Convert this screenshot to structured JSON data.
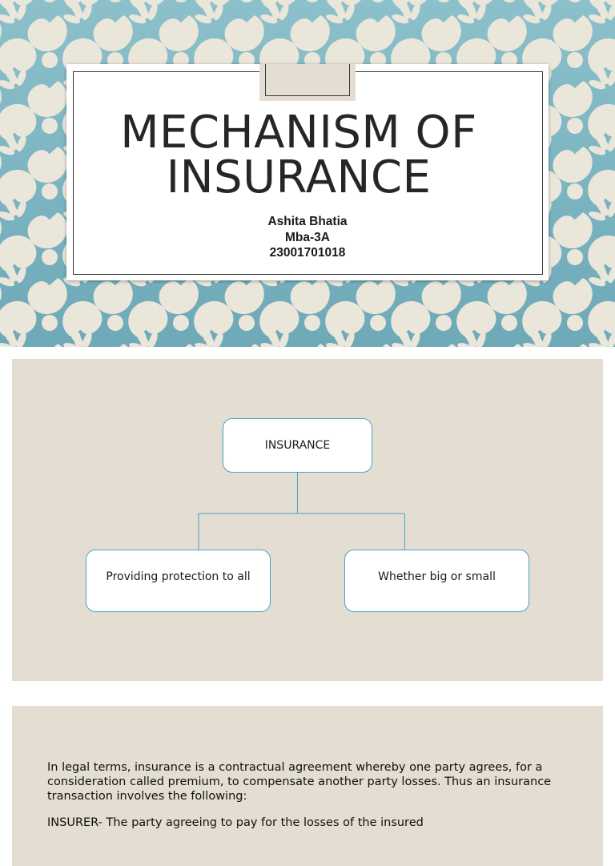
{
  "slide1": {
    "title_lines": [
      "MECHANISM OF",
      "INSURANCE"
    ],
    "author": "Ashita Bhatia",
    "course": "Mba-3A",
    "roll_number": "23001701018"
  },
  "slide2": {
    "root": "INSURANCE",
    "children": [
      "Providing protection to all",
      "Whether big or small"
    ],
    "colors": {
      "connector": "#4aa3c8",
      "background": "#e3ddd2"
    }
  },
  "slide3": {
    "paragraph": "In legal terms, insurance is a contractual agreement whereby one party agrees, for a consideration called premium, to compensate another party losses. Thus an insurance transaction involves the following:",
    "next_line": "INSURER- The party agreeing to pay for the losses of the insured"
  }
}
